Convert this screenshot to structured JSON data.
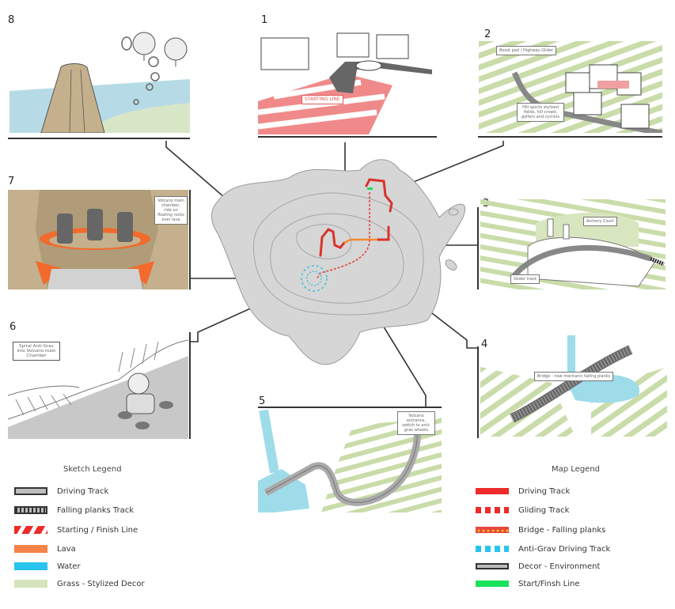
{
  "panels": [
    {
      "number": "1",
      "tag": "STARTING LINE"
    },
    {
      "number": "2",
      "tag_top": "Boost pad / Highway Glider",
      "tag_bottom": "Hill sports stylized fields, hill crowd, golfers and cyclists"
    },
    {
      "number": "3",
      "tag_top": "Archery Court",
      "tag_bottom": "Glider track"
    },
    {
      "number": "4",
      "tag": "Bridge - new mechanic falling planks"
    },
    {
      "number": "5",
      "tag": "Volcano entrance, switch to anti-grav wheels"
    },
    {
      "number": "6",
      "tag": "Spiral Anti-Grav into Volcano main Chamber"
    },
    {
      "number": "7",
      "tag": "Volcano main chamber, ride on floating rocks over lava"
    },
    {
      "number": "8"
    }
  ],
  "sketch_legend": {
    "title": "Sketch Legend",
    "items": [
      {
        "label": "Driving Track",
        "swatch": "driving-track",
        "color": "#bdbdbd"
      },
      {
        "label": "Falling planks Track",
        "swatch": "falling-planks",
        "color": "#555555"
      },
      {
        "label": "Starting / Finish Line",
        "swatch": "start-finish-stripes",
        "color": "#ee2a2a"
      },
      {
        "label": "Lava",
        "swatch": "lava",
        "color": "#f4834a"
      },
      {
        "label": "Water",
        "swatch": "water",
        "color": "#29c4ee"
      },
      {
        "label": "Grass - Stylized Decor",
        "swatch": "grass",
        "color": "#d4e4bf"
      }
    ]
  },
  "map_legend": {
    "title": "Map Legend",
    "items": [
      {
        "label": "Driving Track",
        "swatch": "solid-red",
        "color": "#ee2a2a"
      },
      {
        "label": "Gliding Track",
        "swatch": "dashed-red",
        "color": "#ee2a2a"
      },
      {
        "label": "Bridge - Falling planks",
        "swatch": "bridge-dotted",
        "color": "#f7a21b"
      },
      {
        "label": "Anti-Grav Driving Track",
        "swatch": "dashed-cyan",
        "color": "#29c4ee"
      },
      {
        "label": "Decor - Environment",
        "swatch": "grey-box",
        "color": "#bdbdbd"
      },
      {
        "label": "Start/Finsh Line",
        "swatch": "solid-green",
        "color": "#19e35c"
      }
    ]
  },
  "colors": {
    "island": "#d6d6d6",
    "island_outline": "#9a9a9a",
    "track_red": "#d9332c",
    "glide_red": "#e8463f",
    "bridge_orange": "#f28a2e",
    "antigrav_cyan": "#3cc4e0",
    "start_green": "#19e35c",
    "grass": "#c9dca9",
    "water": "#9fdcea",
    "lava": "#f26a2c",
    "volcano_rock": "#c4b08c"
  }
}
